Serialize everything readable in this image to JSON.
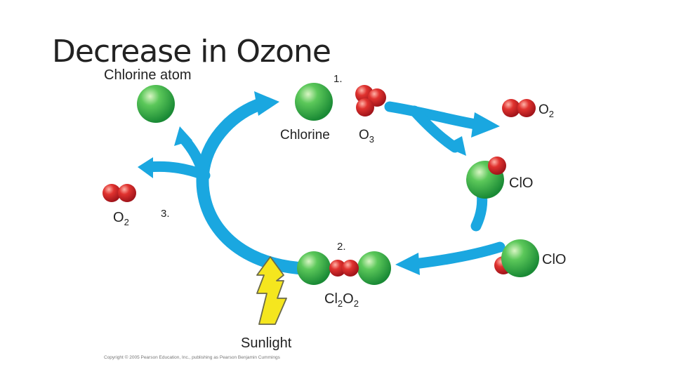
{
  "slide": {
    "title": "Decrease in Ozone"
  },
  "diagram": {
    "labels": {
      "chlorine_atom": "Chlorine atom",
      "chlorine": "Chlorine",
      "ozone_main": "O",
      "ozone_sub": "3",
      "oxygen_right_main": "O",
      "oxygen_right_sub": "2",
      "oxygen_left_main": "O",
      "oxygen_left_sub": "2",
      "clo_upper": "ClO",
      "clo_lower": "ClO",
      "dimer_cl": "Cl",
      "dimer_cl_sub": "2",
      "dimer_o": "O",
      "dimer_o_sub": "2",
      "sunlight": "Sunlight"
    },
    "steps": [
      "1.",
      "2.",
      "3."
    ],
    "copyright": "Copyright © 2005 Pearson Education, Inc., publishing as Pearson Benjamin Cummings",
    "colors": {
      "arrow": "#1aa7e0",
      "chlorine": "#2fb04a",
      "oxygen": "#d9262b",
      "sunlight": "#f5e61e",
      "sunlight_stroke": "#6b6a4a"
    }
  }
}
